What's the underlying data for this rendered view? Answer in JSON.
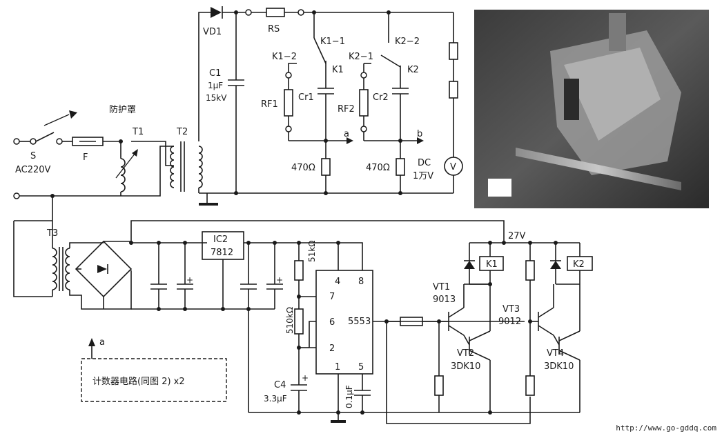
{
  "labels": {
    "VD1": "VD1",
    "RS": "RS",
    "K1_1": "K1−1",
    "K2_2": "K2−2",
    "K1_2": "K1−2",
    "K2_1": "K2−1",
    "K1": "K1",
    "K2": "K2",
    "RF1": "RF1",
    "RF2": "RF2",
    "Cr1": "Cr1",
    "Cr2": "Cr2",
    "C1": "C1",
    "C1_val": "1μF",
    "C1_volt": "15kV",
    "R_a": "470Ω",
    "R_b": "470Ω",
    "node_a": "a",
    "node_b": "b",
    "DC": "DC",
    "DC_val": "1万V",
    "V": "V",
    "shield": "防护罩",
    "S": "S",
    "F": "F",
    "AC": "AC220V",
    "T1": "T1",
    "T2": "T2",
    "T3": "T3",
    "IC2": "IC2",
    "IC2_val": "7812",
    "R51k": "51kΩ",
    "R510k": "510kΩ",
    "chip": "555",
    "p4": "4",
    "p8": "8",
    "p7": "7",
    "p6": "6",
    "p2": "2",
    "p1": "1",
    "p5": "5",
    "p3": "3",
    "C4": "C4",
    "C4_val": "3.3μF",
    "C5_val": "0.1μF",
    "V27": "27V",
    "VT1": "VT1",
    "VT1_val": "9013",
    "VT2": "VT2",
    "VT2_val": "3DK10",
    "VT3": "VT3",
    "VT3_val": "9012",
    "VT4": "VT4",
    "VT4_val": "3DK10",
    "K1_coil": "K1",
    "K2_coil": "K2",
    "counter_a": "a",
    "counter": "计数器电路(同图 2) x2",
    "plus": "+"
  },
  "watermark": "http://www.go-gddq.com"
}
